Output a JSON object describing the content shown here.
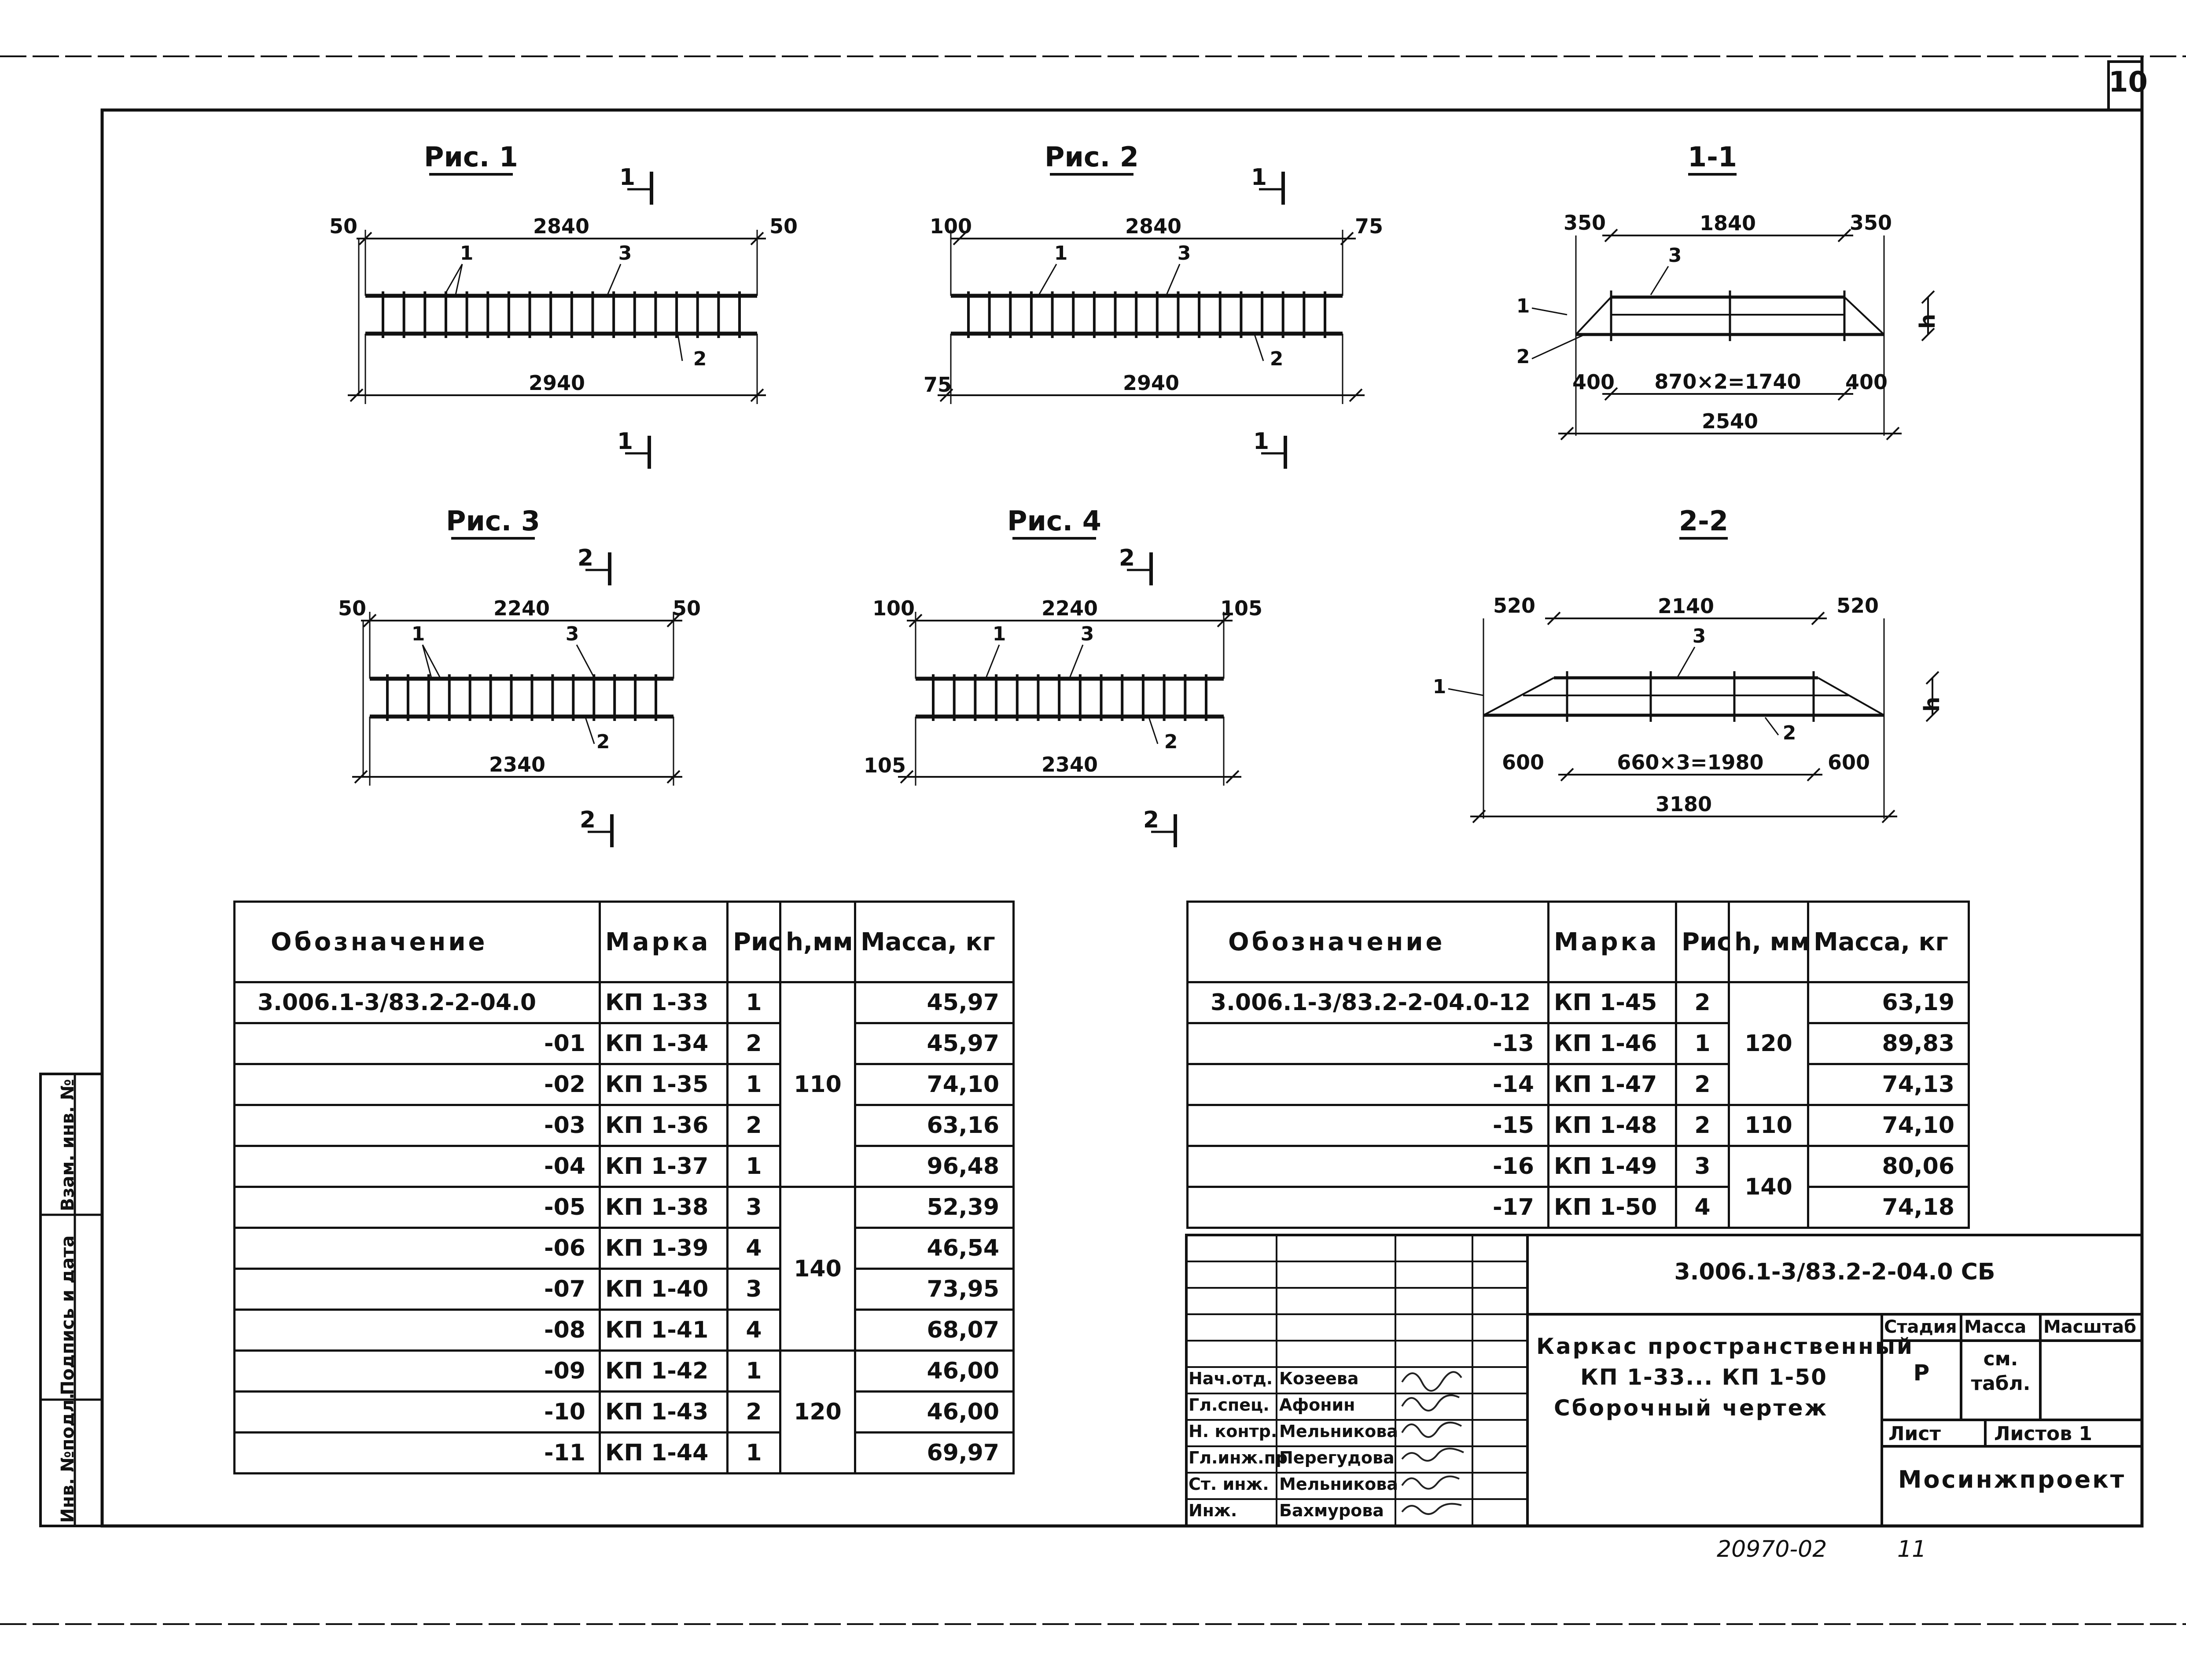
{
  "sheet_number": "10",
  "figures": {
    "fig1": {
      "title": "Рис. 1",
      "dims": [
        "50",
        "2840",
        "50",
        "2940"
      ],
      "callouts": [
        "1",
        "3",
        "2"
      ],
      "section": "1"
    },
    "fig2": {
      "title": "Рис. 2",
      "dims": [
        "100",
        "2840",
        "75",
        "2940",
        "75"
      ],
      "callouts": [
        "1",
        "3",
        "2"
      ],
      "section": "1"
    },
    "sec11": {
      "title": "1-1",
      "dims": [
        "350",
        "1840",
        "350",
        "400",
        "870×2=1740",
        "400",
        "2540"
      ],
      "callouts": [
        "1",
        "2",
        "3"
      ],
      "h": "h"
    },
    "fig3": {
      "title": "Рис. 3",
      "dims": [
        "50",
        "2240",
        "50",
        "2340"
      ],
      "callouts": [
        "1",
        "3",
        "2"
      ],
      "section": "2"
    },
    "fig4": {
      "title": "Рис. 4",
      "dims": [
        "100",
        "2240",
        "105",
        "105",
        "2340"
      ],
      "callouts": [
        "1",
        "3",
        "2"
      ],
      "section": "2"
    },
    "sec22": {
      "title": "2-2",
      "dims": [
        "520",
        "2140",
        "520",
        "600",
        "660×3=1980",
        "600",
        "3180"
      ],
      "callouts": [
        "3",
        "1",
        "2"
      ],
      "h": "h"
    }
  },
  "table_left": {
    "headers": [
      "Обозначение",
      "Марка",
      "Рис.",
      "h,мм",
      "Масса, кг"
    ],
    "rows": [
      {
        "designation": "3.006.1-3/83.2-2-04.0",
        "mark": "КП 1-33",
        "fig": "1",
        "mass": "45,97"
      },
      {
        "designation": "-01",
        "mark": "КП 1-34",
        "fig": "2",
        "mass": "45,97"
      },
      {
        "designation": "-02",
        "mark": "КП 1-35",
        "fig": "1",
        "mass": "74,10"
      },
      {
        "designation": "-03",
        "mark": "КП 1-36",
        "fig": "2",
        "mass": "63,16"
      },
      {
        "designation": "-04",
        "mark": "КП 1-37",
        "fig": "1",
        "mass": "96,48"
      },
      {
        "designation": "-05",
        "mark": "КП 1-38",
        "fig": "3",
        "mass": "52,39"
      },
      {
        "designation": "-06",
        "mark": "КП 1-39",
        "fig": "4",
        "mass": "46,54"
      },
      {
        "designation": "-07",
        "mark": "КП 1-40",
        "fig": "3",
        "mass": "73,95"
      },
      {
        "designation": "-08",
        "mark": "КП 1-41",
        "fig": "4",
        "mass": "68,07"
      },
      {
        "designation": "-09",
        "mark": "КП 1-42",
        "fig": "1",
        "mass": "46,00"
      },
      {
        "designation": "-10",
        "mark": "КП 1-43",
        "fig": "2",
        "mass": "46,00"
      },
      {
        "designation": "-11",
        "mark": "КП 1-44",
        "fig": "1",
        "mass": "69,97"
      }
    ],
    "h_groups": [
      "110",
      "140",
      "120"
    ]
  },
  "table_right": {
    "headers": [
      "Обозначение",
      "Марка",
      "Рис.",
      "h, мм",
      "Масса, кг"
    ],
    "rows": [
      {
        "designation": "3.006.1-3/83.2-2-04.0-12",
        "mark": "КП 1-45",
        "fig": "2",
        "mass": "63,19"
      },
      {
        "designation": "-13",
        "mark": "КП 1-46",
        "fig": "1",
        "mass": "89,83"
      },
      {
        "designation": "-14",
        "mark": "КП 1-47",
        "fig": "2",
        "mass": "74,13"
      },
      {
        "designation": "-15",
        "mark": "КП 1-48",
        "fig": "2",
        "mass": "74,10"
      },
      {
        "designation": "-16",
        "mark": "КП 1-49",
        "fig": "3",
        "mass": "80,06"
      },
      {
        "designation": "-17",
        "mark": "КП 1-50",
        "fig": "4",
        "mass": "74,18"
      }
    ],
    "h_groups": [
      "120",
      "110",
      "140"
    ]
  },
  "title_block": {
    "doc_code": "3.006.1-3/83.2-2-04.0 СБ",
    "title_line1": "Каркас пространственный",
    "title_line2": "КП 1-33... КП 1-50",
    "title_line3": "Сборочный чертеж",
    "stage_label": "Стадия",
    "mass_label": "Масса",
    "scale_label": "Масштаб",
    "stage": "Р",
    "mass_value": "см. табл.",
    "sheet_label": "Лист",
    "sheets_label": "Листов 1",
    "org": "Мосинжпроект",
    "staff": [
      {
        "role": "Нач.отд.",
        "name": "Козеева"
      },
      {
        "role": "Гл.спец.",
        "name": "Афонин"
      },
      {
        "role": "Н. контр.",
        "name": "Мельникова"
      },
      {
        "role": "Гл.инж.пр",
        "name": "Перегудова"
      },
      {
        "role": "Ст. инж.",
        "name": "Мельникова"
      },
      {
        "role": "Инж.",
        "name": "Бахмурова"
      }
    ]
  },
  "side_stamp": {
    "inv_podl": "Инв. №подл.",
    "podpis": "Подпись и дата",
    "vzam": "Взам. инв. №"
  },
  "footer": {
    "archive_no": "20970-02",
    "page": "11"
  }
}
